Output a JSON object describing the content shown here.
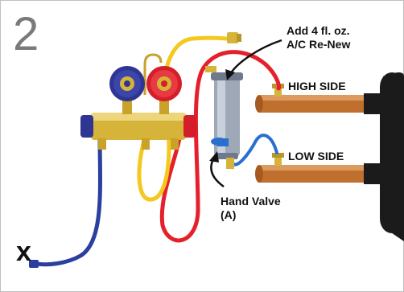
{
  "step_number": "2",
  "callouts": {
    "add_line1": "Add 4 fl. oz.",
    "add_line2": "A/C Re-New",
    "high_side": "HIGH SIDE",
    "low_side": "LOW SIDE",
    "hand_valve": "Hand Valve",
    "hand_valve_ref": "(A)"
  },
  "endpoint_mark": "x",
  "colors": {
    "hose_red": "#e5202b",
    "hose_yellow": "#f4c81f",
    "hose_blue": "#2a3f9e",
    "low_knob": "#2e3592",
    "high_knob": "#d41f2a",
    "brass": "#d6b43a",
    "copper": "#c0702e",
    "compressor": "#1b1b1b"
  }
}
